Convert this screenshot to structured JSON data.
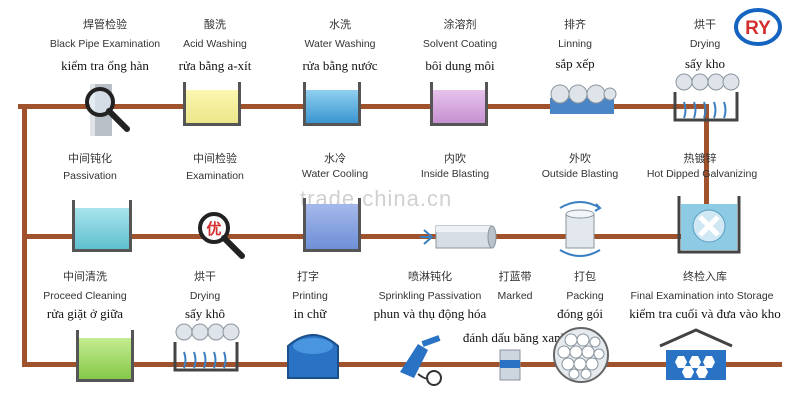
{
  "logo": {
    "text": "RY",
    "colors": {
      "ring": "#1565c0",
      "letters": "#d32f2f"
    }
  },
  "watermark": "trade.china.cn",
  "colors": {
    "pipe": "#a0522d",
    "tank_border": "#555555"
  },
  "row1": [
    {
      "zh": "焊管检验",
      "en": "Black Pipe Examination",
      "vi": "kiểm tra ống hàn",
      "icon": "magnifier-icon"
    },
    {
      "zh": "酸洗",
      "en": "Acid Washing",
      "vi": "rửa bằng a-xít",
      "icon": "yellow-tank-icon"
    },
    {
      "zh": "水洗",
      "en": "Water Washing",
      "vi": "rửa bằng nước",
      "icon": "blue-tank-icon"
    },
    {
      "zh": "涂溶剂",
      "en": "Solvent Coating",
      "vi": "bôi dung môi",
      "icon": "purple-tank-icon"
    },
    {
      "zh": "排齐",
      "en": "Linning",
      "vi": "sắp xếp",
      "icon": "pipe-rows-icon"
    },
    {
      "zh": "烘干",
      "en": "Drying",
      "vi": "sấy kho",
      "icon": "dryer-icon"
    }
  ],
  "row2": [
    {
      "zh": "中间钝化",
      "en": "Passivation",
      "vi": "",
      "icon": "teal-tank-icon"
    },
    {
      "zh": "中间检验",
      "en": "Examination",
      "vi": "",
      "icon": "quality-magnifier-icon",
      "badge": "优"
    },
    {
      "zh": "水冷",
      "en": "Water  Cooling",
      "vi": "",
      "icon": "cooling-tank-icon"
    },
    {
      "zh": "内吹",
      "en": "Inside Blasting",
      "vi": "",
      "icon": "inside-blast-icon"
    },
    {
      "zh": "外吹",
      "en": "Outside Blasting",
      "vi": "",
      "icon": "outside-blast-icon"
    },
    {
      "zh": "热镀锌",
      "en": "Hot Dipped Galvanizing",
      "vi": "",
      "icon": "galvanizing-tank-icon"
    }
  ],
  "row3": [
    {
      "zh": "中间清洗",
      "en": "Proceed Cleaning",
      "vi": "rửa giặt ở giữa",
      "icon": "green-tank-icon"
    },
    {
      "zh": "烘干",
      "en": "Drying",
      "vi": "sấy khô",
      "icon": "dryer-icon"
    },
    {
      "zh": "打字",
      "en": "Printing",
      "vi": "in chữ",
      "icon": "printing-drum-icon"
    },
    {
      "zh": "喷淋钝化",
      "en": "Sprinkling Passivation",
      "vi": "phun và thụ động hóa",
      "icon": "spray-gun-icon"
    },
    {
      "zh": "打蓝带",
      "en": "Marked",
      "vi": "đánh dấu băng xanh",
      "icon": "blue-band-icon"
    },
    {
      "zh": "打包",
      "en": "Packing",
      "vi": "đóng gói",
      "icon": "bundle-icon"
    },
    {
      "zh": "终检入库",
      "en": "Final Examination into Storage",
      "vi": "kiểm tra cuối và đưa vào kho",
      "icon": "warehouse-icon"
    }
  ]
}
